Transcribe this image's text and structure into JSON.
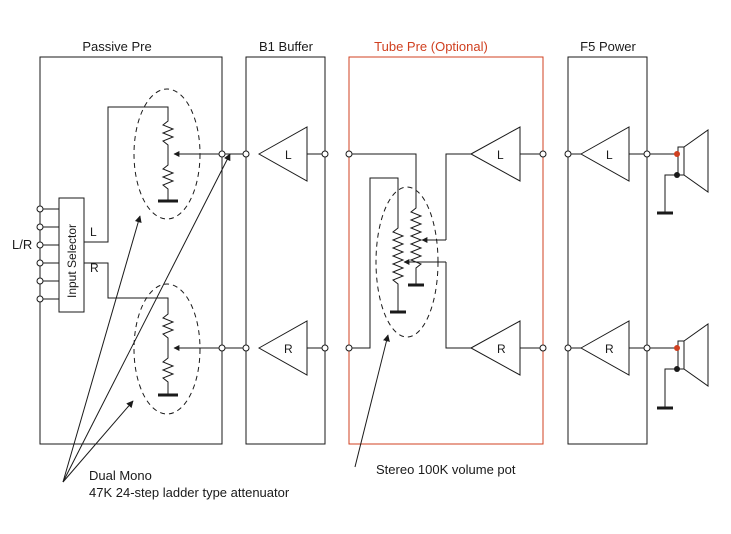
{
  "blocks": {
    "passive_pre": "Passive Pre",
    "b1_buffer": "B1 Buffer",
    "tube_pre": "Tube Pre (Optional)",
    "f5_power": "F5 Power"
  },
  "input": {
    "lr_label": "L/R",
    "selector_label": "Input Selector",
    "left_out": "L",
    "right_out": "R"
  },
  "channels": {
    "left": "L",
    "right": "R"
  },
  "annotations": {
    "attenuator_line1": "Dual Mono",
    "attenuator_line2": "47K 24-step ladder type attenuator",
    "volume_pot": "Stereo 100K volume pot"
  },
  "colors": {
    "line": "#1a1a1a",
    "tube_box": "#d04020",
    "speaker_dot": "#d04020"
  }
}
